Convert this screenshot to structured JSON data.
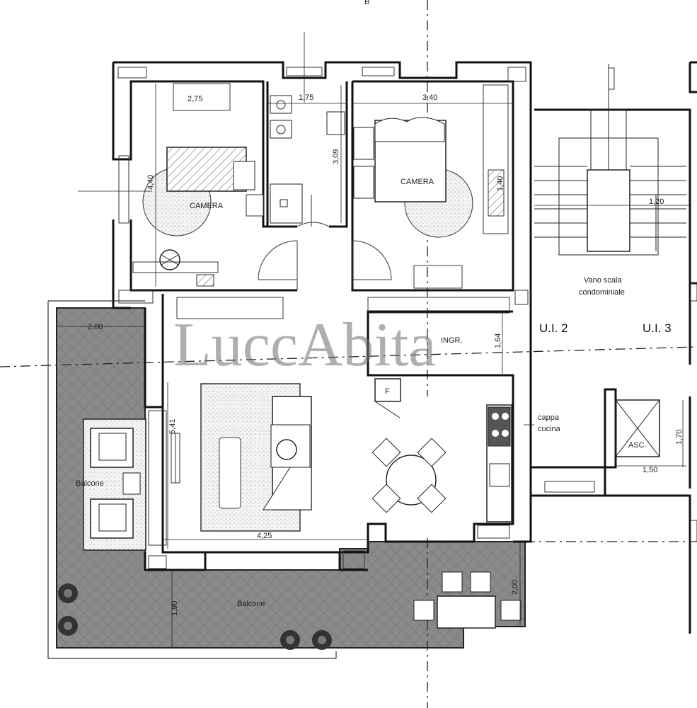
{
  "watermark": "LuccAbita",
  "rooms": {
    "camera_left": "CAMERA",
    "camera_right": "CAMERA",
    "ingresso": "INGR.",
    "balcone_side": "Balcone",
    "balcone_bottom": "Balcone",
    "vano_scala_1": "Vano scala",
    "vano_scala_2": "condominiale",
    "cappa_1": "cappa",
    "cappa_2": "cucina",
    "asc": "ASC.",
    "fridge": "F",
    "ui2": "U.I. 2",
    "ui3": "U.I. 3",
    "top_letter": "B"
  },
  "dimensions": {
    "d_275": "2,75",
    "d_175": "1,75",
    "d_340": "3,40",
    "d_440": "4,40",
    "d_309": "3,09",
    "d_140": "1,40",
    "d_120": "1,20",
    "d_200_top": "2,00",
    "d_164": "1,64",
    "d_541": "5,41",
    "d_425": "4,25",
    "d_170": "1,70",
    "d_150": "1,50",
    "d_190": "1,90",
    "d_200_bottom": "2,00"
  }
}
